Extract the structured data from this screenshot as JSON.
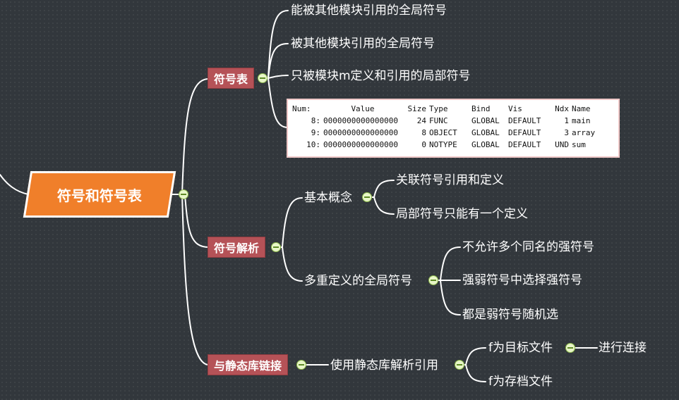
{
  "root": {
    "label": "符号和符号表"
  },
  "branches": {
    "symtab": {
      "label": "符号表",
      "items": [
        "能被其他模块引用的全局符号",
        "被其他模块引用的全局符号",
        "只被模块m定义和引用的局部符号"
      ],
      "table": {
        "headers": [
          "Num:",
          "Value",
          "Size",
          "Type",
          "Bind",
          "Vis",
          "Ndx",
          "Name"
        ],
        "rows": [
          [
            "8:",
            "0000000000000000",
            "24",
            "FUNC",
            "GLOBAL",
            "DEFAULT",
            "1",
            "main"
          ],
          [
            "9:",
            "0000000000000000",
            "8",
            "OBJECT",
            "GLOBAL",
            "DEFAULT",
            "3",
            "array"
          ],
          [
            "10:",
            "0000000000000000",
            "0",
            "NOTYPE",
            "GLOBAL",
            "DEFAULT",
            "UND",
            "sum"
          ]
        ]
      }
    },
    "resolve": {
      "label": "符号解析",
      "basic": {
        "label": "基本概念",
        "items": [
          "关联符号引用和定义",
          "局部符号只能有一个定义"
        ]
      },
      "multi": {
        "label": "多重定义的全局符号",
        "items": [
          "不允许多个同名的强符号",
          "强弱符号中选择强符号",
          "都是弱符号随机选"
        ]
      }
    },
    "static": {
      "label": "与静态库链接",
      "child": {
        "label": "使用静态库解析引用",
        "items": [
          {
            "label": "f为目标文件",
            "child": "进行连接"
          },
          {
            "label": "f为存档文件"
          }
        ]
      }
    }
  },
  "colors": {
    "background": "#32373c",
    "root": "#f07f2a",
    "branch": "#b55257",
    "line": "#ffffff"
  }
}
